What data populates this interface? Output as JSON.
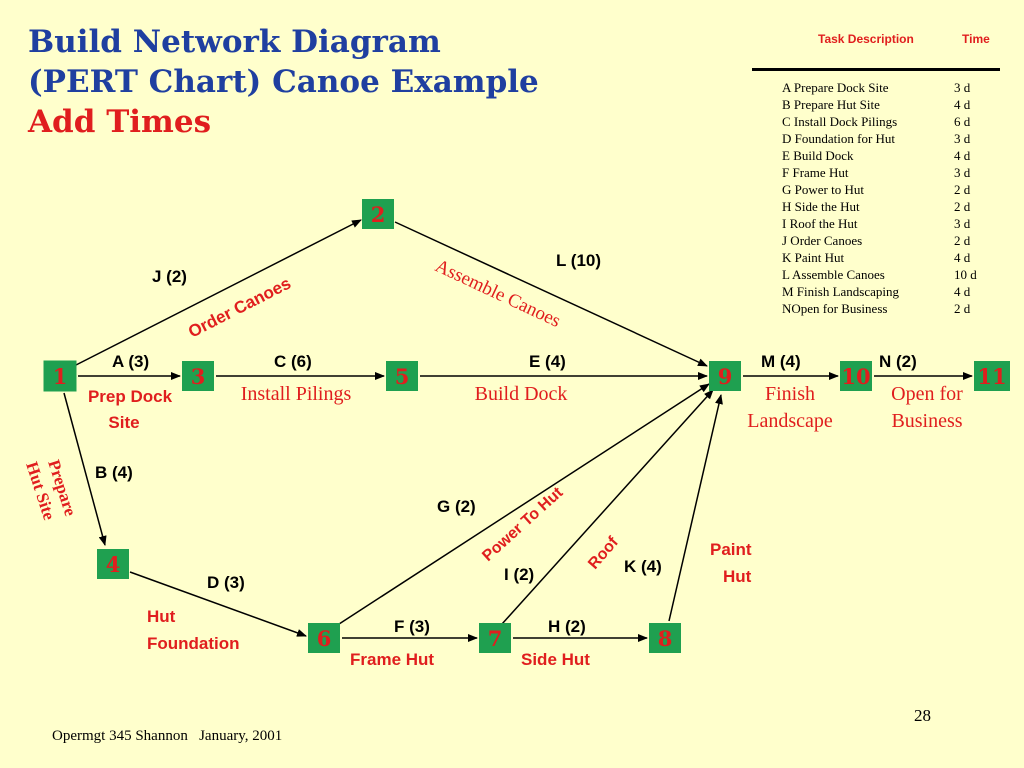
{
  "title": {
    "line1": "Build Network Diagram",
    "line2": "(PERT Chart)  Canoe Example",
    "line3": "Add Times"
  },
  "legend": {
    "header_task": "Task Description",
    "header_time": "Time",
    "rows": [
      {
        "task": "A   Prepare Dock Site",
        "time": "3 d"
      },
      {
        "task": "B   Prepare Hut Site",
        "time": "4 d"
      },
      {
        "task": "C   Install Dock Pilings",
        "time": "6 d"
      },
      {
        "task": "D  Foundation for Hut",
        "time": "3 d"
      },
      {
        "task": "E   Build Dock",
        "time": "4 d"
      },
      {
        "task": "F   Frame Hut",
        "time": "3 d"
      },
      {
        "task": "G  Power to Hut",
        "time": "2 d"
      },
      {
        "task": "H  Side the Hut",
        "time": "2 d"
      },
      {
        "task": "I    Roof the Hut",
        "time": "3 d"
      },
      {
        "task": "J   Order Canoes",
        "time": "2 d"
      },
      {
        "task": "K   Paint Hut",
        "time": "4 d"
      },
      {
        "task": "L   Assemble Canoes",
        "time": "10 d"
      },
      {
        "task": "M  Finish Landscaping",
        "time": "4 d"
      },
      {
        "task": "NOpen for Business",
        "time": "2 d"
      }
    ]
  },
  "nodes": [
    "1",
    "2",
    "3",
    "4",
    "5",
    "6",
    "7",
    "8",
    "9",
    "10",
    "11"
  ],
  "activity_labels": {
    "J": "J (2)",
    "L": "L (10)",
    "A": "A (3)",
    "C": "C (6)",
    "E": "E (4)",
    "M": "M (4)",
    "N": "N (2)",
    "B": "B (4)",
    "G": "G (2)",
    "I": "I (2)",
    "K": "K (4)",
    "D": "D (3)",
    "F": "F (3)",
    "H": "H (2)"
  },
  "descriptions": {
    "order_canoes": "Order Canoes",
    "assemble_canoes": "Assemble Canoes",
    "prep_dock_site": [
      "Prep Dock",
      "Site"
    ],
    "install_pilings": "Install Pilings",
    "build_dock": "Build Dock",
    "finish_landscape": [
      "Finish",
      "Landscape"
    ],
    "open_for_business": [
      "Open for",
      "Business"
    ],
    "prepare_hut_site": [
      "Prepare",
      "Hut Site"
    ],
    "power_to_hut": "Power To Hut",
    "roof": "Roof",
    "paint_hut": [
      "Paint",
      "Hut"
    ],
    "hut_foundation": [
      "Hut",
      "Foundation"
    ],
    "frame_hut": "Frame Hut",
    "side_hut": "Side Hut"
  },
  "colors": {
    "background": "#FFFFCC",
    "title_blue": "#1F3FA0",
    "accent_red": "#E01E1E",
    "node_fill": "#1FA050",
    "node_text": "#E01E1E",
    "arrow": "#000000"
  },
  "footer": {
    "left": "Opermgt 345 Shannon   January, 2001",
    "page_number": "28"
  }
}
